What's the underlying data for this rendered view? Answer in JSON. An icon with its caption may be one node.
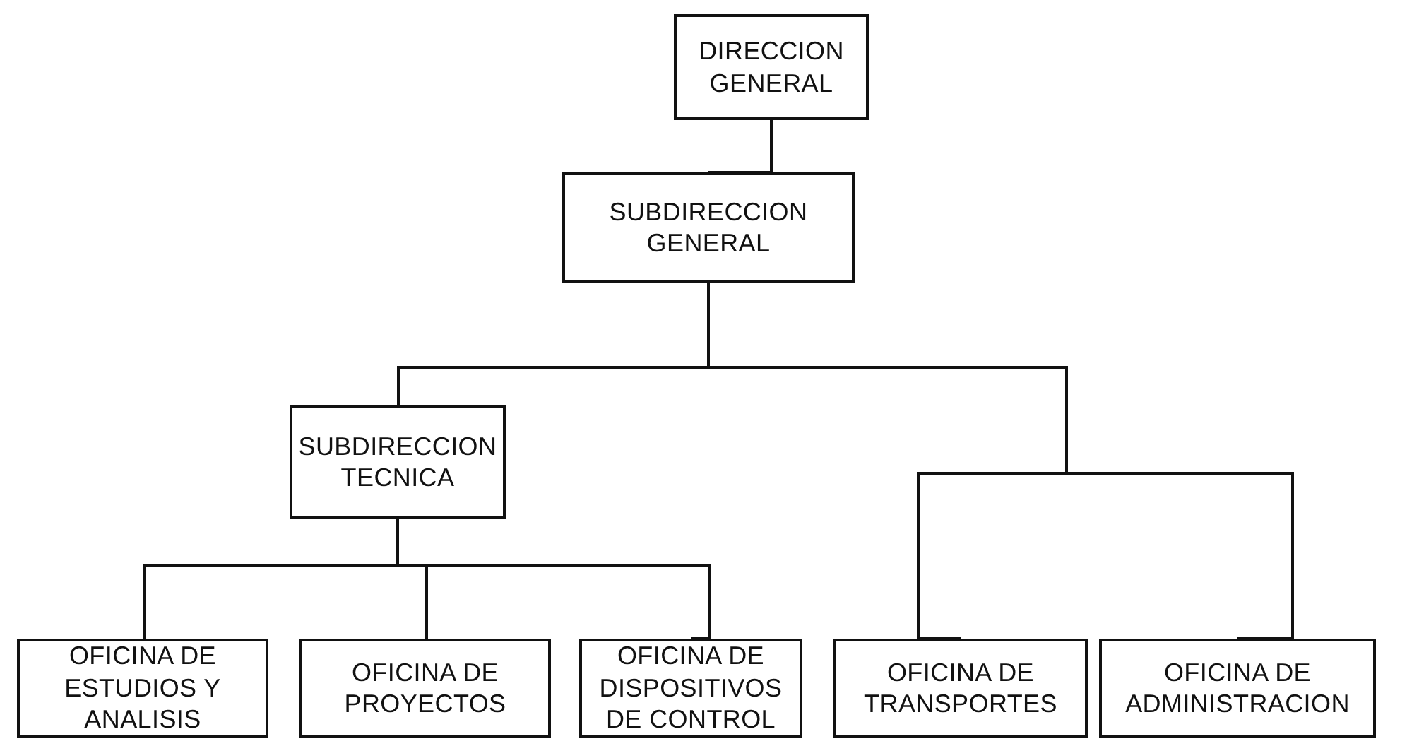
{
  "diagram": {
    "nodes": [
      {
        "text": [
          "DIRECCION GENERAL"
        ]
      },
      {
        "text": [
          "SUBDIRECCION GENERAL"
        ]
      },
      {
        "text": [
          "SUBDIRECCION TECNICA"
        ]
      },
      {
        "text": [
          "OFICINA DE ESTUDIOS Y ANALISIS"
        ]
      },
      {
        "text": [
          "OFICINA DE PROYECTOS"
        ]
      },
      {
        "text": [
          "OFICINA DE DISPOSITIVOS DE CONTROL"
        ]
      },
      {
        "text": [
          "OFICINA DE TRANSPORTES"
        ]
      },
      {
        "text": [
          "OFICINA DE ADMINISTRACION"
        ]
      }
    ],
    "edges": [
      {
        "from": 0,
        "to": 1,
        "arrow": "none"
      },
      {
        "from": 1,
        "to": 2,
        "arrow": "none"
      },
      {
        "from": 1,
        "to": 6,
        "arrow": "none"
      },
      {
        "from": 1,
        "to": 7,
        "arrow": "none"
      },
      {
        "from": 2,
        "to": 3,
        "arrow": "none"
      },
      {
        "from": 2,
        "to": 4,
        "arrow": "none"
      },
      {
        "from": 2,
        "to": 5,
        "arrow": "none"
      }
    ]
  }
}
